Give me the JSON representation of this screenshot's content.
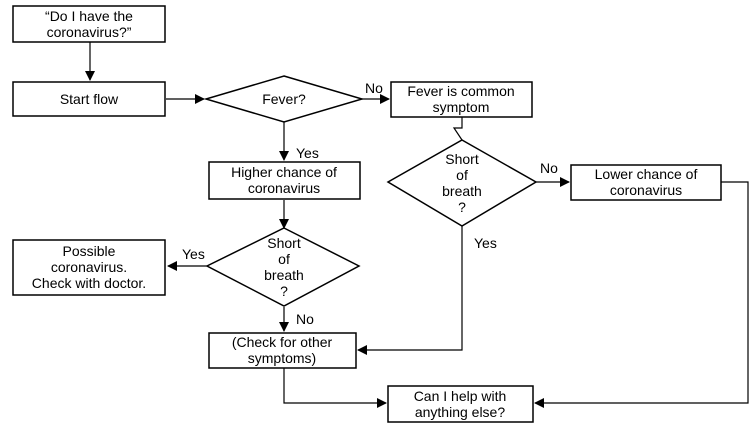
{
  "nodes": {
    "question": {
      "lines": [
        "“Do I have the",
        "coronavirus?”"
      ]
    },
    "start": {
      "lines": [
        "Start flow"
      ]
    },
    "fever": {
      "lines": [
        "Fever?"
      ]
    },
    "common": {
      "lines": [
        "Fever is common",
        "symptom"
      ]
    },
    "higher": {
      "lines": [
        "Higher chance of",
        "coronavirus"
      ]
    },
    "sob_right": {
      "lines": [
        "Short",
        "of",
        "breath",
        "?"
      ]
    },
    "lower": {
      "lines": [
        "Lower chance of",
        "coronavirus"
      ]
    },
    "sob_left": {
      "lines": [
        "Short",
        "of",
        "breath",
        "?"
      ]
    },
    "possible": {
      "lines": [
        "Possible",
        "coronavirus.",
        "Check with doctor."
      ]
    },
    "check": {
      "lines": [
        "(Check for other",
        "symptoms)"
      ]
    },
    "help": {
      "lines": [
        "Can I help with",
        "anything else?"
      ]
    }
  },
  "edge_labels": {
    "fever_no": "No",
    "fever_yes": "Yes",
    "sob_right_no": "No",
    "sob_right_yes": "Yes",
    "sob_left_yes": "Yes",
    "sob_left_no": "No"
  }
}
